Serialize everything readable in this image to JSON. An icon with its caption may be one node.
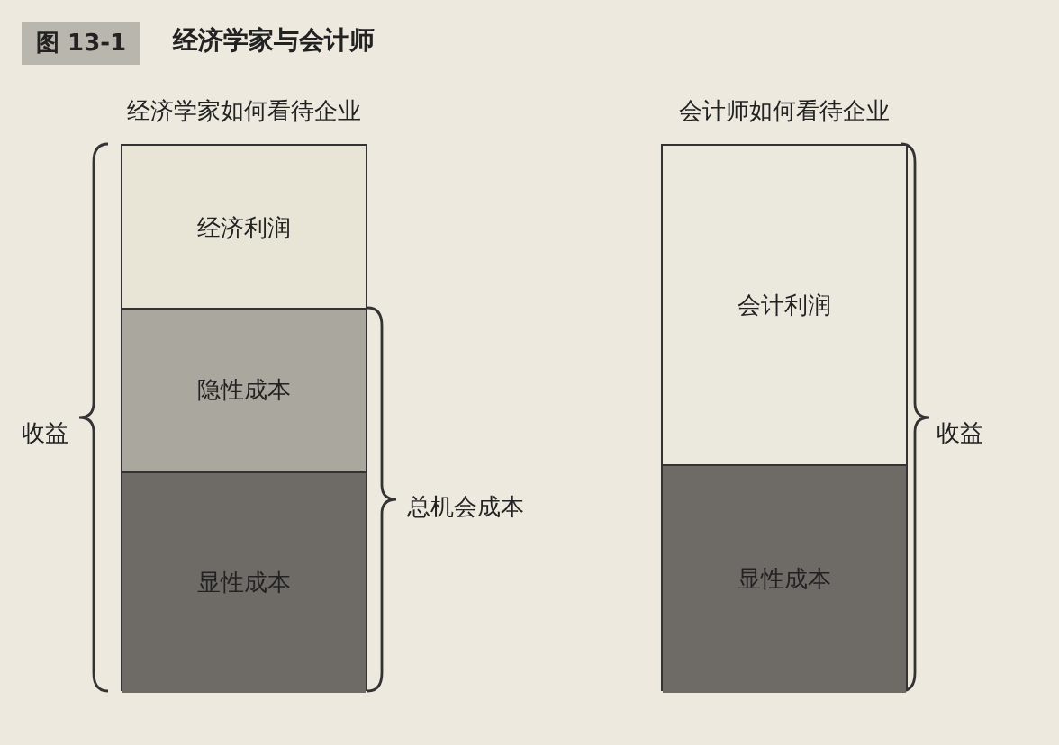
{
  "diagram": {
    "title": "经济学家与会计师",
    "nodes": [
      {
        "text": [
          "经济学家如何看待企业"
        ]
      },
      {
        "text": [
          "经济利润"
        ],
        "in": 0
      },
      {
        "text": [
          "隐性成本"
        ],
        "in": 0
      },
      {
        "text": [
          "显性成本"
        ],
        "in": 0
      },
      {
        "text": [
          "会计师如何看待企业"
        ]
      },
      {
        "text": [
          "会计利润"
        ],
        "in": 4
      },
      {
        "text": [
          "显性成本"
        ],
        "in": 4
      }
    ],
    "edges": [],
    "labels": [
      "图 13-1",
      "收益",
      "总机会成本",
      "收益"
    ]
  }
}
